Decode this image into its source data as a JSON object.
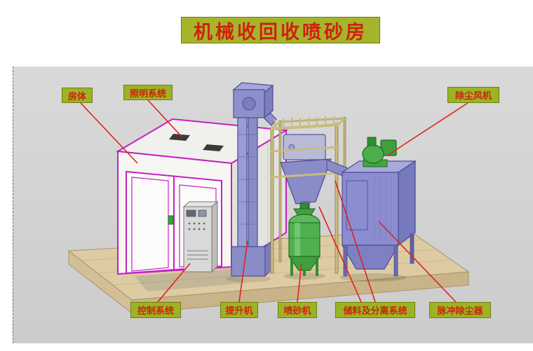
{
  "title": "机械收回收喷砂房",
  "labels": {
    "fangti": "房体",
    "zhaoming": "照明系统",
    "chuchen_fengji": "除尘风机",
    "kongzhi_xitong": "控制系统",
    "tishengji": "提升机",
    "penshaji": "喷砂机",
    "chuliao_fenli": "储料及分离系统",
    "maichong_chuchenqi": "脉冲除尘器"
  },
  "colors": {
    "title_bg": "#a6b42c",
    "label_bg": "#9cb424",
    "label_border": "#6e7e10",
    "text_red": "#d0210f",
    "line_red": "#e02318",
    "canvas_bg": "#d3d3d3",
    "booth_magenta": "#c421c4",
    "machine_purple": "#8b8dd0",
    "machine_green": "#4cae4c",
    "frame_tan": "#c9bc7f",
    "wood_tan": "#ddcba4"
  }
}
